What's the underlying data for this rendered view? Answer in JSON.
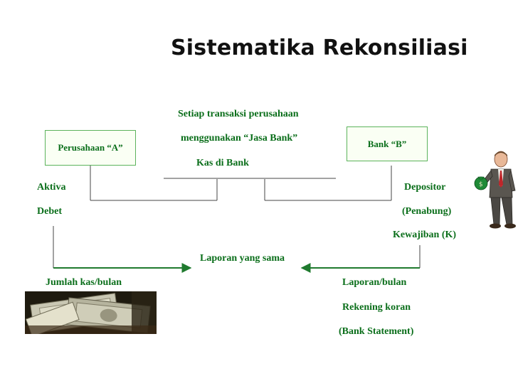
{
  "title": "Sistematika Rekonsiliasi",
  "boxes": {
    "company": "Perusahaan “A”",
    "bank": "Bank “B”"
  },
  "middle_note": {
    "line1": "Setiap transaksi perusahaan",
    "line2": "menggunakan “Jasa Bank”",
    "line3": "Kas di Bank"
  },
  "left": {
    "aktiva": "Aktiva",
    "debet": "Debet",
    "jumlah": "Jumlah kas/bulan"
  },
  "right": {
    "depositor": "Depositor",
    "penabung": "(Penabung)",
    "kewajiban": "Kewajiban (K)",
    "laporan_bulan": "Laporan/bulan",
    "rekening": "Rekening koran",
    "statement": "(Bank Statement)"
  },
  "center_label": "Laporan yang sama",
  "colors": {
    "text": "#0a6e1a",
    "line": "#444444",
    "arrow": "#1f7a2e",
    "box_border": "#5cb35c"
  },
  "icons": {
    "money": "money-stack-icon",
    "person": "businessman-icon"
  }
}
